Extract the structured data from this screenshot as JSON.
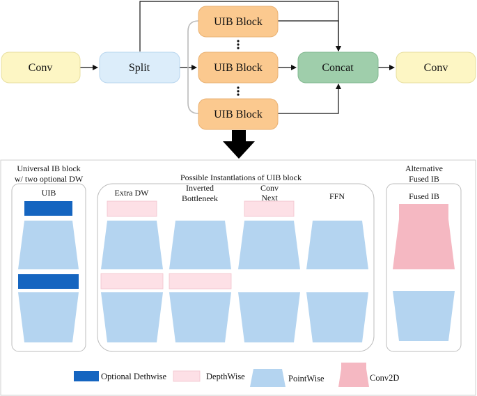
{
  "top_flow": {
    "conv_in": "Conv",
    "split": "Split",
    "uib_1": "UIB Block",
    "uib_2": "UIB Block",
    "uib_3": "UIB Block",
    "concat": "Concat",
    "conv_out": "Conv"
  },
  "panels": {
    "left_title_1": "Universal IB block",
    "left_title_2": "w/ two optional DW",
    "uib_label": "UIB",
    "middle_title": "Possible Instantlations of UIB block",
    "extra_dw": "Extra DW",
    "inverted_1": "Inverted",
    "inverted_2": "Bottleneek",
    "conv_next_1": "Conv",
    "conv_next_2": "Next",
    "ffn": "FFN",
    "right_title_1": "Alternative",
    "right_title_2": "Fused IB",
    "fused_ib": "Fused IB"
  },
  "legend": {
    "optional_dw": "Optional Dethwise",
    "depthwise": "DepthWise",
    "pointwise": "PointWise",
    "conv2d": "Conv2D"
  },
  "colors": {
    "conv_fill": "#fdf6c4",
    "split_fill": "#dcedfa",
    "uib_fill": "#fbc98f",
    "concat_fill": "#9fceab",
    "optional_dw": "#1565c0",
    "depthwise": "#fde0e6",
    "pointwise": "#b4d4f0",
    "conv2d": "#f5b8c2"
  }
}
